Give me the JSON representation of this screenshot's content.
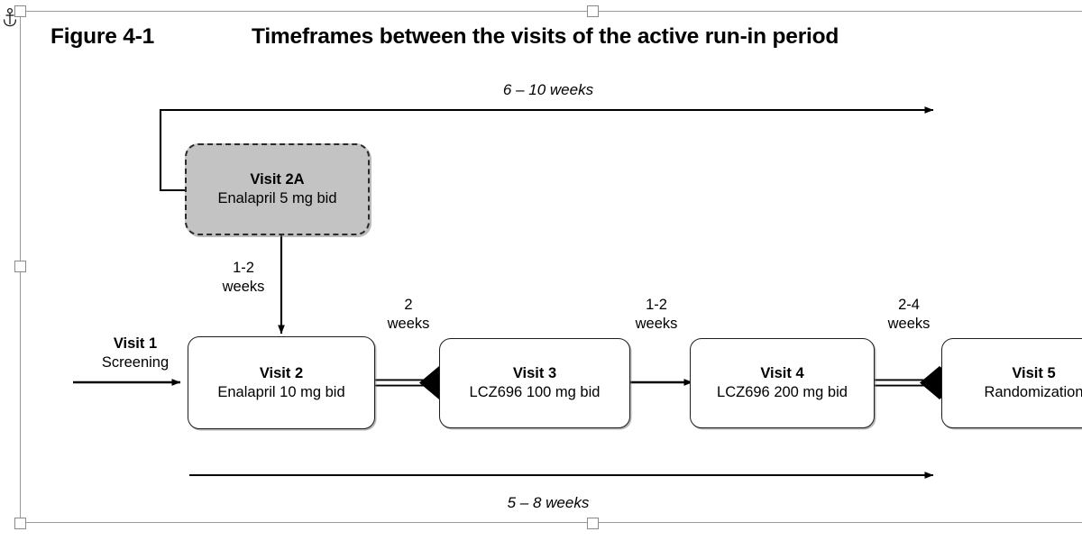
{
  "editor": {
    "anchor_icon": "anchor-icon",
    "selection_handles": [
      "top-left",
      "top-center",
      "middle-left",
      "bottom-left",
      "bottom-center"
    ]
  },
  "figure": {
    "number": "Figure 4-1",
    "title": "Timeframes between the visits of the active run-in period",
    "nodes": [
      {
        "id": "visit-2a",
        "title": "Visit 2A",
        "subtitle": "Enalapril 5 mg bid",
        "style": "dashed-gray",
        "fill": "#c3c3c3"
      },
      {
        "id": "visit-2",
        "title": "Visit 2",
        "subtitle": "Enalapril 10 mg bid",
        "style": "solid-white",
        "fill": "#ffffff"
      },
      {
        "id": "visit-3",
        "title": "Visit 3",
        "subtitle": "LCZ696 100 mg bid",
        "style": "solid-white",
        "fill": "#ffffff"
      },
      {
        "id": "visit-4",
        "title": "Visit 4",
        "subtitle": "LCZ696 200 mg bid",
        "style": "solid-white",
        "fill": "#ffffff"
      },
      {
        "id": "visit-5",
        "title": "Visit 5",
        "subtitle": "Randomization",
        "style": "solid-white",
        "fill": "#ffffff"
      }
    ],
    "entry_label": {
      "title": "Visit 1",
      "subtitle": "Screening"
    },
    "interval_labels": [
      {
        "id": "v2a-to-v2",
        "line1": "1-2",
        "line2": "weeks"
      },
      {
        "id": "v2-to-v3",
        "line1": "2",
        "line2": "weeks"
      },
      {
        "id": "v3-to-v4",
        "line1": "1-2",
        "line2": "weeks"
      },
      {
        "id": "v4-to-v5",
        "line1": "2-4",
        "line2": "weeks"
      }
    ],
    "span_labels": [
      {
        "id": "top-span",
        "text": "6 – 10 weeks"
      },
      {
        "id": "bottom-span",
        "text": "5 – 8 weeks"
      }
    ]
  }
}
